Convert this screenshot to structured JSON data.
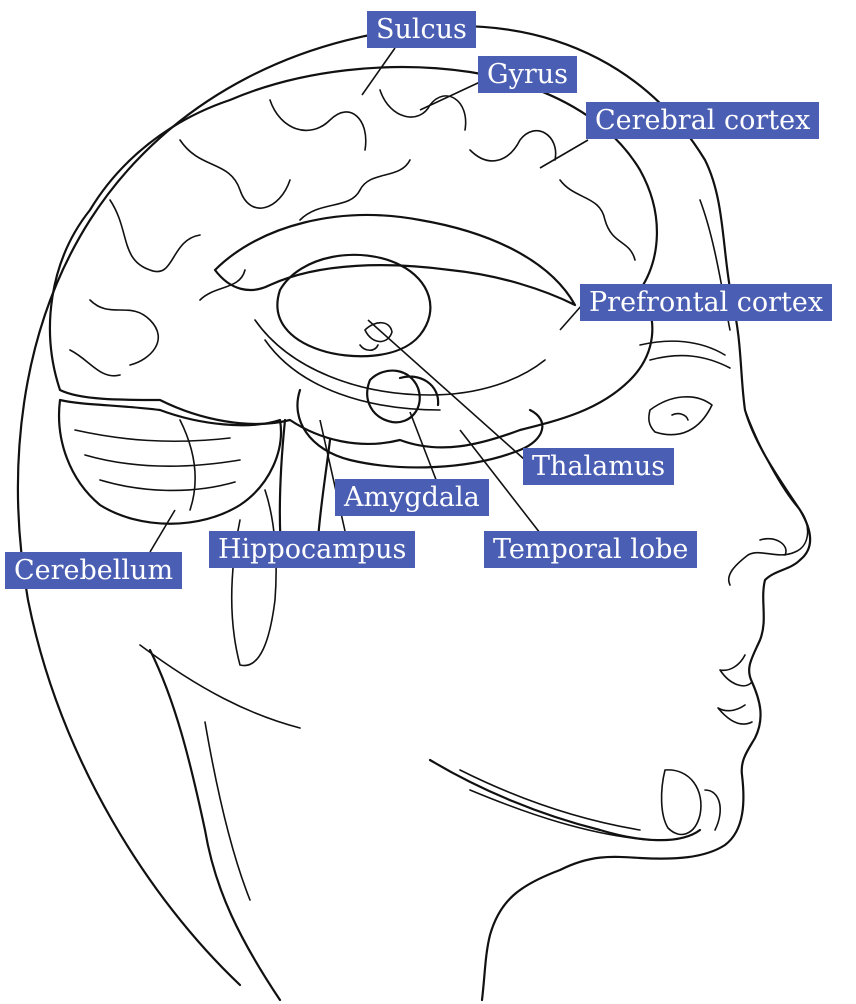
{
  "colors": {
    "label_background": "#4a5eb3",
    "label_text": "#ffffff",
    "line_art": "#111111"
  },
  "labels": {
    "sulcus": "Sulcus",
    "gyrus": "Gyrus",
    "cerebral_cortex": "Cerebral cortex",
    "prefrontal_cortex": "Prefrontal cortex",
    "thalamus": "Thalamus",
    "amygdala": "Amygdala",
    "temporal_lobe": "Temporal lobe",
    "hippocampus": "Hippocampus",
    "cerebellum": "Cerebellum"
  }
}
